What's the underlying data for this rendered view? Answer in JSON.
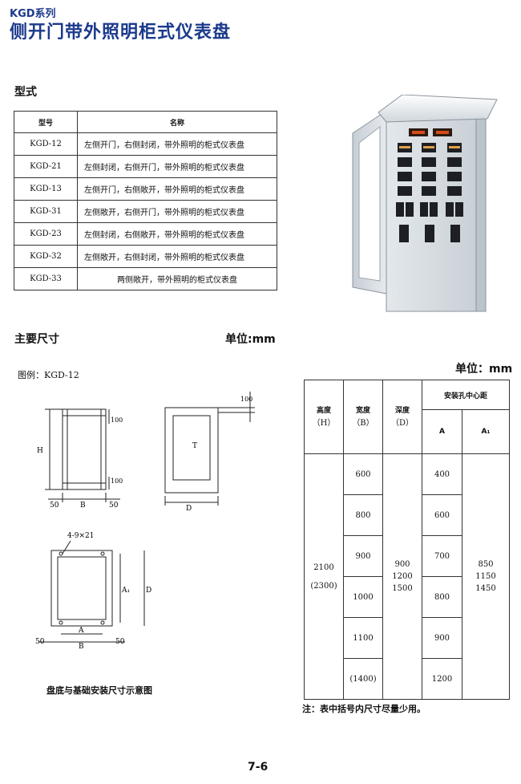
{
  "header": {
    "series": "KGD系列",
    "title": "侧开门带外照明柜式仪表盘"
  },
  "model_section": {
    "heading": "型式",
    "columns": [
      "型号",
      "名称"
    ],
    "rows": [
      {
        "model": "KGD-12",
        "name": "左侧开门，右侧封闭，带外照明的柜式仪表盘"
      },
      {
        "model": "KGD-21",
        "name": "左侧封闭，右侧开门，带外照明的柜式仪表盘"
      },
      {
        "model": "KGD-13",
        "name": "左侧开门，右侧敞开，带外照明的柜式仪表盘"
      },
      {
        "model": "KGD-31",
        "name": "左侧敞开，右侧开门，带外照明的柜式仪表盘"
      },
      {
        "model": "KGD-23",
        "name": "左侧封闭，右侧敞开，带外照明的柜式仪表盘"
      },
      {
        "model": "KGD-32",
        "name": "左侧敞开，右侧封闭，带外照明的柜式仪表盘"
      },
      {
        "model": "KGD-33",
        "name": "两侧敞开，带外照明的柜式仪表盘"
      }
    ]
  },
  "dimension_section": {
    "heading": "主要尺寸",
    "unit_left": "单位:mm",
    "unit_right": "单位：mm",
    "example": "图例：KGD-12",
    "caption": "盘底与基础安装尺寸示意图",
    "drawing_labels": {
      "h": "H",
      "b": "B",
      "d": "D",
      "t": "T",
      "a": "A",
      "a1": "A₁",
      "fifty": "50",
      "hundred": "100",
      "holes": "4-9×21"
    }
  },
  "dimension_table": {
    "headers": {
      "height": [
        "高度",
        "（H）"
      ],
      "width": [
        "宽度",
        "（B）"
      ],
      "depth": [
        "深度",
        "（D）"
      ],
      "hole_group": "安装孔中心距",
      "a": "A",
      "a1": "A₁"
    },
    "height_values": [
      "2100",
      "(2300)"
    ],
    "width_values": [
      "600",
      "800",
      "900",
      "1000",
      "1100",
      "(1400)"
    ],
    "depth_values": [
      "900",
      "1200",
      "1500"
    ],
    "a_values": [
      "400",
      "600",
      "700",
      "800",
      "900",
      "1200"
    ],
    "a1_values": [
      "850",
      "1150",
      "1450"
    ]
  },
  "note": "注：表中括号内尺寸尽量少用。",
  "page_number": "7-6"
}
